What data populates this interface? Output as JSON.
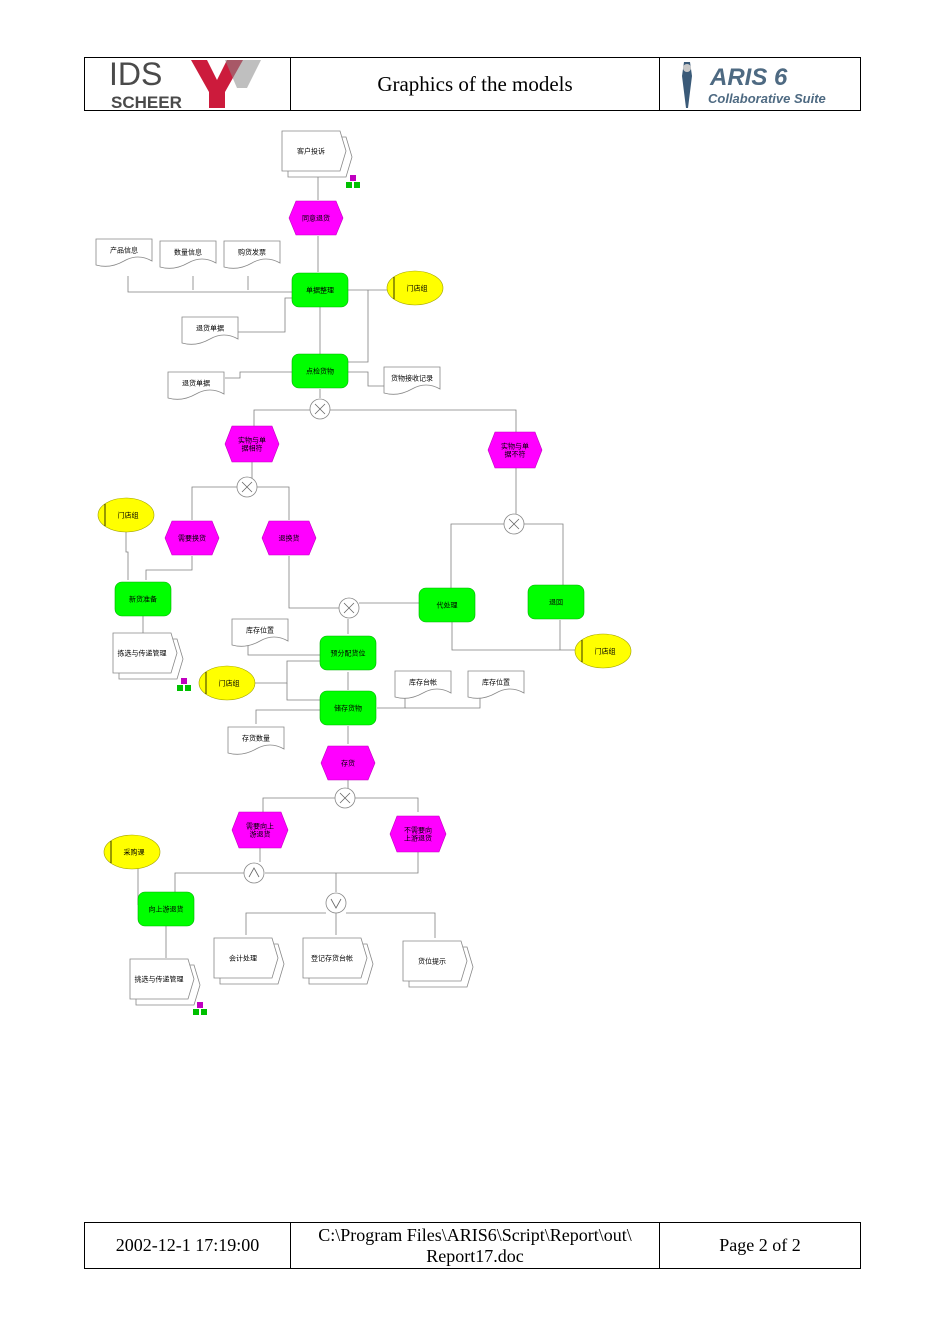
{
  "header": {
    "logo_left_line1": "IDS",
    "logo_left_line2": "SCHEER",
    "title": "Graphics of the models",
    "logo_right_line1": "ARIS 6",
    "logo_right_line2": "Collaborative Suite"
  },
  "footer": {
    "datetime": "2002-12-1 17:19:00",
    "path_line1": "C:\\Program Files\\ARIS6\\Script\\Report\\out\\",
    "path_line2": "Report17.doc",
    "page": "Page 2  of 2"
  },
  "colors": {
    "event": "#ff00ff",
    "function": "#00ff00",
    "org_unit": "#ffff00",
    "connector": "#ffffff",
    "line": "#808080"
  },
  "diagram": {
    "processes": [
      "客户投诉",
      "拣选与传递管理",
      "会计处理",
      "登记存货台帐",
      "货位提示",
      "挑选与传递管理"
    ],
    "events": [
      "同意退货",
      "实物与单据相符",
      "实物与单据不符",
      "需要换货",
      "退换货",
      "存货",
      "需要向上游退货",
      "不需要向上游退货"
    ],
    "functions": [
      "单据整理",
      "点检货物",
      "新货准备",
      "代处理",
      "退回",
      "预分配货位",
      "储存货物",
      "向上游退货"
    ],
    "org_units": [
      "门店组",
      "门店组",
      "门店组",
      "门店组",
      "采购课"
    ],
    "documents": [
      "产品信息",
      "数量信息",
      "购货发票",
      "退货单据",
      "退货单据",
      "货物接收记录",
      "库存位置",
      "库存台帐",
      "库存位置",
      "存货数量"
    ],
    "connectors": [
      "XOR",
      "XOR",
      "XOR",
      "XOR",
      "XOR",
      "AND",
      "OR"
    ]
  }
}
